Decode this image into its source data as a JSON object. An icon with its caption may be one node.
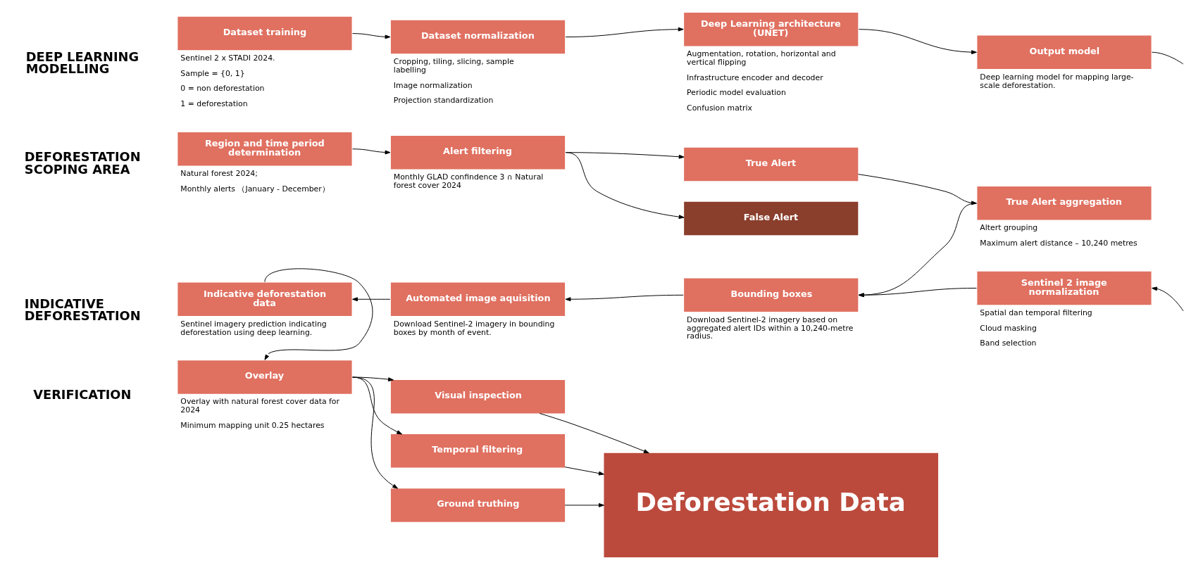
{
  "diagram": {
    "nodes": [
      {
        "text": [
          "Dataset training"
        ],
        "beside": [
          "Sentinel 2 x STADI 2024.",
          "Sample = {0, 1}",
          "0 = non deforestation",
          "1 = deforestation"
        ]
      },
      {
        "text": [
          "Dataset normalization"
        ],
        "beside": [
          "Cropping, tiling, slicing, sample labelling",
          "Image normalization",
          "Projection standardization"
        ]
      },
      {
        "text": [
          "Deep Learning architecture (UNET)"
        ],
        "beside": [
          "Augmentation, rotation, horizontal and vertical flipping",
          "Infrastructure encoder and decoder",
          "Periodic model evaluation",
          "Confusion matrix"
        ]
      },
      {
        "text": [
          "Output model"
        ],
        "beside": [
          "Deep learning model for mapping large-scale deforestation."
        ]
      },
      {
        "text": [
          "Region and time period determination"
        ],
        "beside": [
          "Natural forest 2024;",
          "Monthly alerts （January - December）"
        ]
      },
      {
        "text": [
          "Alert filtering"
        ],
        "beside": [
          "Monthly GLAD confindence 3 ∩ Natural forest cover 2024"
        ]
      },
      {
        "text": [
          "True Alert"
        ]
      },
      {
        "text": [
          "False Alert"
        ]
      },
      {
        "text": [
          "True Alert aggregation"
        ],
        "beside": [
          "Altert grouping",
          "Maximum alert distance – 10,240 metres"
        ]
      },
      {
        "text": [
          "Indicative deforestation data"
        ],
        "beside": [
          "Sentinel imagery prediction indicating deforestation using deep learning."
        ]
      },
      {
        "text": [
          "Automated image aquisition"
        ],
        "beside": [
          "Download Sentinel-2 imagery in bounding boxes by month of event."
        ]
      },
      {
        "text": [
          "Bounding boxes"
        ],
        "beside": [
          "Download Sentinel-2 imagery based on aggregated alert IDs within a 10,240-metre radius."
        ]
      },
      {
        "text": [
          "Sentinel 2 image normalization"
        ],
        "beside": [
          "Spatial dan temporal filtering",
          "Cloud masking",
          "Band selection"
        ]
      },
      {
        "text": [
          "Overlay"
        ],
        "beside": [
          "Overlay with natural forest cover data for 2024",
          "Minimum mapping unit 0.25 hectares"
        ]
      },
      {
        "text": [
          "Visual inspection"
        ]
      },
      {
        "text": [
          "Temporal filtering"
        ]
      },
      {
        "text": [
          "Ground truthing"
        ]
      },
      {
        "text": [
          "Deforestation Data"
        ]
      }
    ],
    "edges": [
      {
        "from": 0,
        "to": 1,
        "arrow": "to"
      },
      {
        "from": 1,
        "to": 2,
        "arrow": "to"
      },
      {
        "from": 2,
        "to": 3,
        "arrow": "to"
      },
      {
        "from": 3,
        "to": null,
        "arrow": "none"
      },
      {
        "from": 4,
        "to": 5,
        "arrow": "to"
      },
      {
        "from": 5,
        "to": 6,
        "arrow": "to"
      },
      {
        "from": 5,
        "to": 7,
        "arrow": "to"
      },
      {
        "from": 6,
        "to": 8,
        "arrow": "to"
      },
      {
        "from": 8,
        "to": 11,
        "arrow": "to"
      },
      {
        "from": null,
        "to": 12,
        "arrow": "to"
      },
      {
        "from": 12,
        "to": 11,
        "arrow": "to"
      },
      {
        "from": 11,
        "to": 10,
        "arrow": "to"
      },
      {
        "from": 10,
        "to": 9,
        "arrow": "to"
      },
      {
        "from": 9,
        "to": 13,
        "arrow": "to"
      },
      {
        "from": 13,
        "to": 14,
        "arrow": "to"
      },
      {
        "from": 13,
        "to": 15,
        "arrow": "to"
      },
      {
        "from": 13,
        "to": 16,
        "arrow": "to"
      },
      {
        "from": 14,
        "to": 17,
        "arrow": "to"
      },
      {
        "from": 15,
        "to": 17,
        "arrow": "to"
      },
      {
        "from": 16,
        "to": 17,
        "arrow": "to"
      }
    ],
    "labels": [
      "DEEP LEARNING MODELLING",
      "DEFORESTATION SCOPING AREA",
      "INDICATIVE DEFORESTATION",
      "VERIFICATION"
    ]
  }
}
